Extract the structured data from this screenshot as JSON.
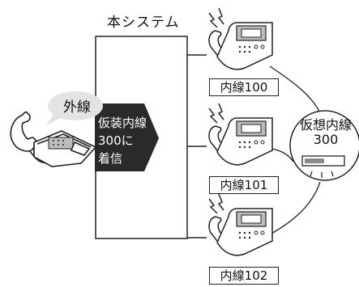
{
  "diagram": {
    "system_label": "本システム",
    "outside_line_label": "外線",
    "arrow_text": [
      "仮装内線",
      "300に",
      "着信"
    ],
    "extensions": [
      "内線100",
      "内線101",
      "内線102"
    ],
    "virtual_extension": {
      "label": "仮想内線",
      "number": "300"
    }
  },
  "colors": {
    "line": "#222222",
    "fill_gray": "#cfcfcf",
    "arrow": "#2a2a2a",
    "bubble": "#e3e3e3"
  }
}
